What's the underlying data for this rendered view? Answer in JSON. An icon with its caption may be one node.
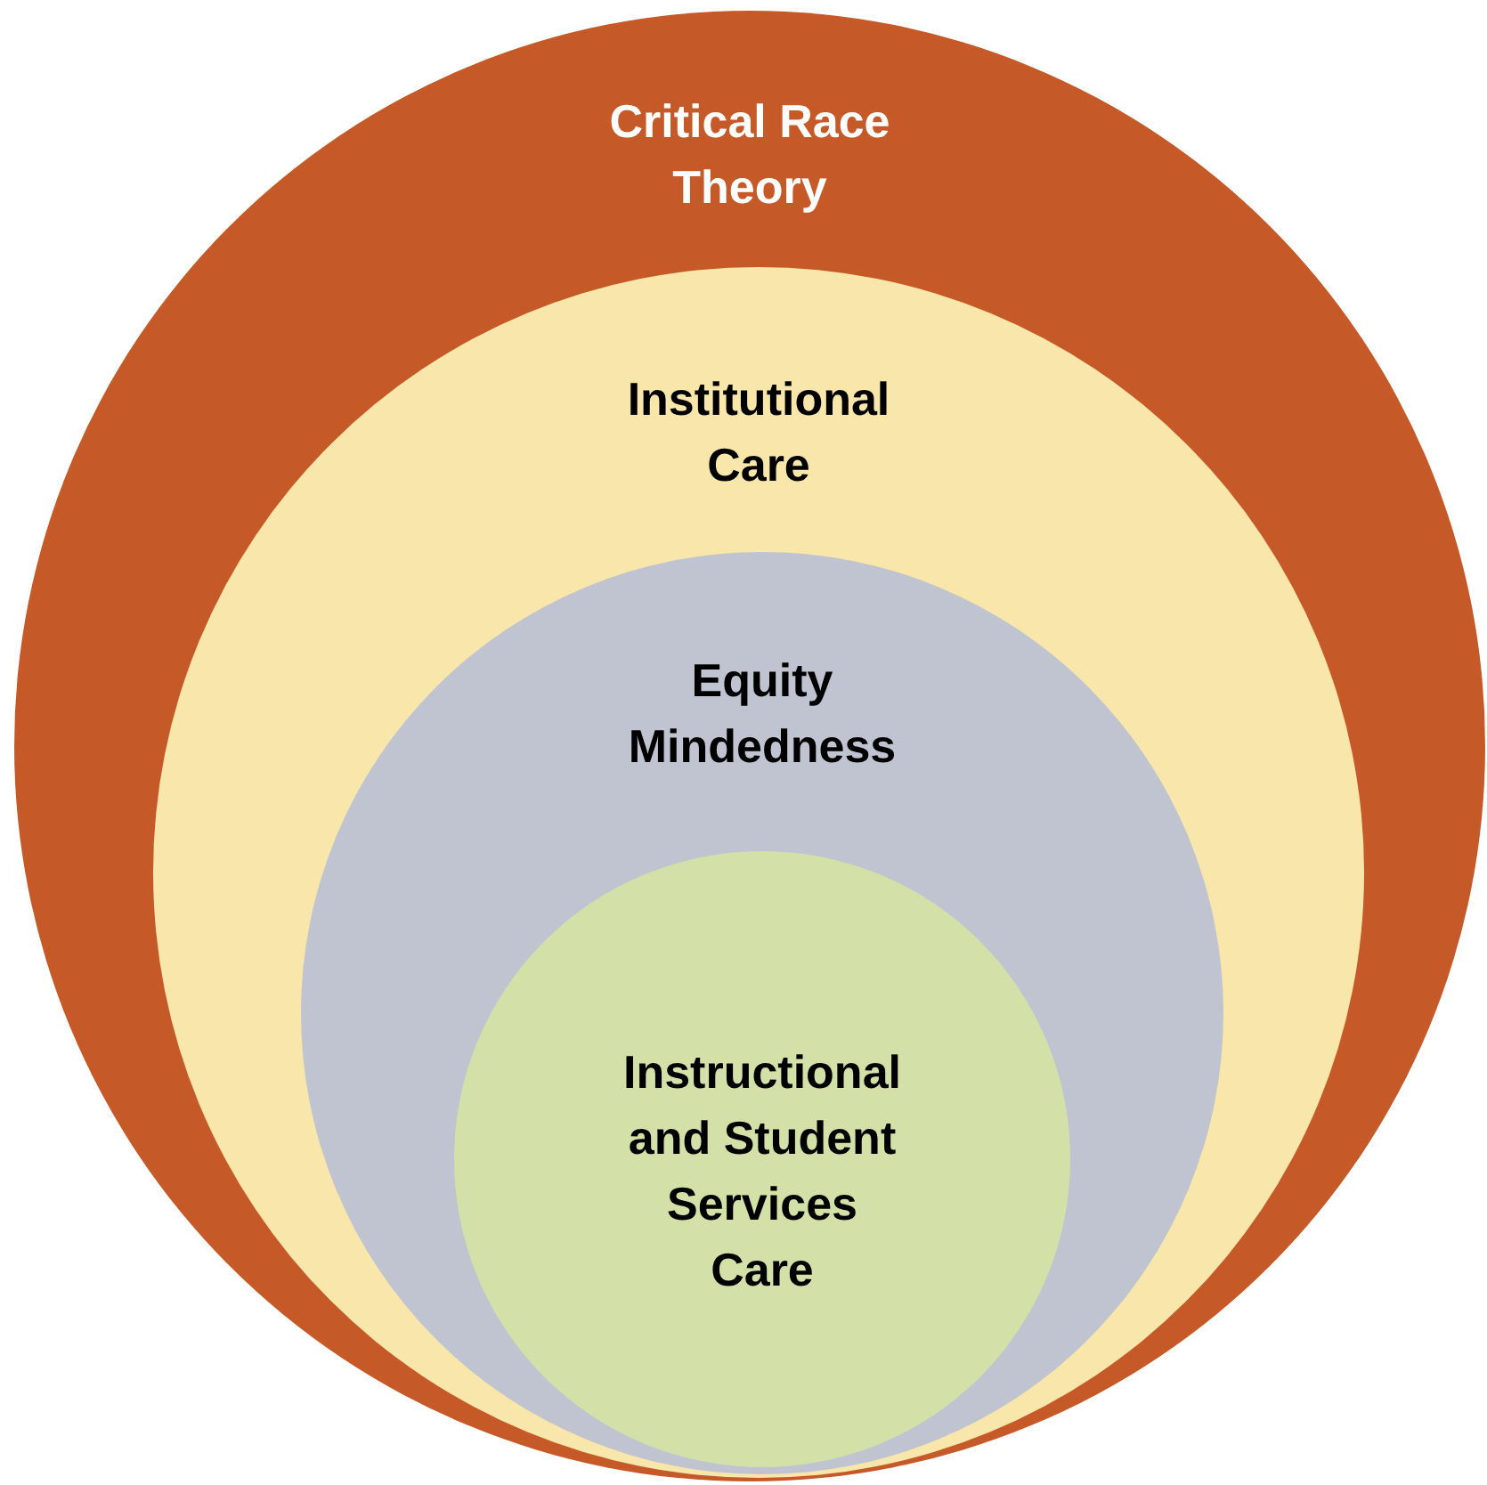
{
  "diagram": {
    "nodes": [
      {
        "text": [
          "Critical Race Theory"
        ]
      },
      {
        "text": [
          "Institutional Care"
        ],
        "in": 0
      },
      {
        "text": [
          "Equity Mindedness"
        ],
        "in": 1
      },
      {
        "text": [
          "Instructional and Student Services Care"
        ],
        "in": 2
      }
    ]
  }
}
